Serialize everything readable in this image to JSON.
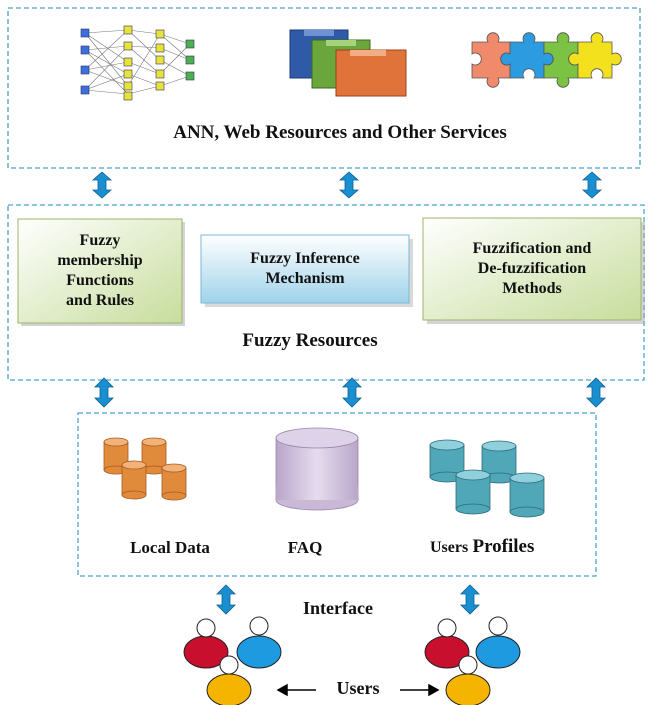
{
  "top_panel": {
    "title": "ANN, Web Resources and Other Services",
    "icons": [
      "neural-network-icon",
      "stacked-windows-icon",
      "puzzle-pieces-icon"
    ]
  },
  "fuzzy_panel": {
    "title": "Fuzzy Resources",
    "cards": [
      {
        "id": "membership",
        "lines": [
          "Fuzzy",
          "membership",
          "Functions",
          "and Rules"
        ]
      },
      {
        "id": "inference",
        "lines": [
          "Fuzzy Inference",
          "Mechanism"
        ]
      },
      {
        "id": "fuzzification",
        "lines": [
          "Fuzzification and",
          "De-fuzzification",
          "Methods"
        ]
      }
    ]
  },
  "data_panel": {
    "local_data": "Local Data",
    "faq": "FAQ",
    "users_profiles_prefix": "Users",
    "users_profiles_suffix": "Profiles"
  },
  "interface_label": "Interface",
  "users_label": "Users",
  "colors": {
    "arrow": "#1a8fd0",
    "dashed_border": "#4aa3cf",
    "orange_db": "#e08a3c",
    "purple_db": "#c9b8d6",
    "teal_db": "#4fa7b8",
    "user_red": "#c8102e",
    "user_blue": "#1e9be0",
    "user_yellow": "#f4b400"
  }
}
